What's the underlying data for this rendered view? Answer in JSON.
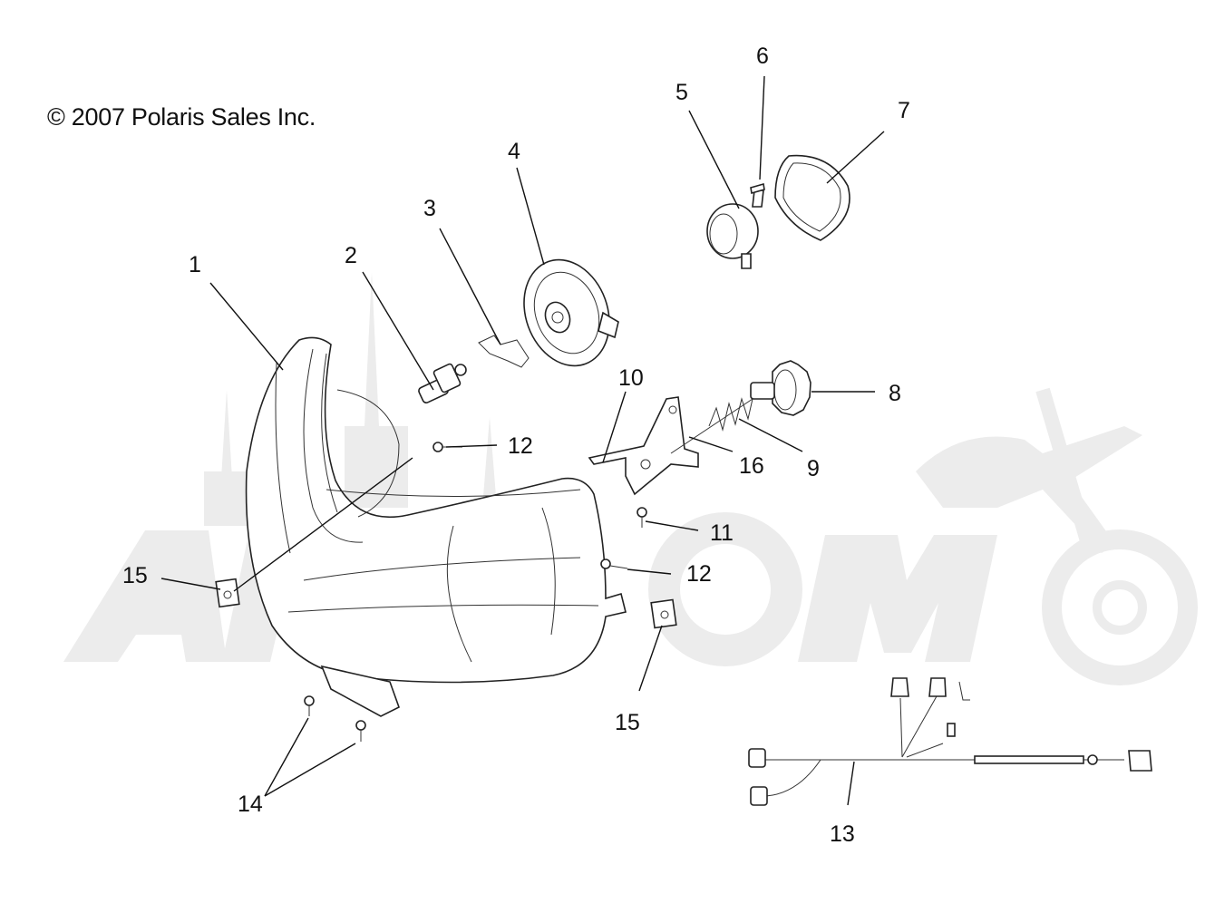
{
  "copyright": "© 2007 Polaris Sales Inc.",
  "callouts": [
    {
      "id": "1",
      "label": "1"
    },
    {
      "id": "2",
      "label": "2"
    },
    {
      "id": "3",
      "label": "3"
    },
    {
      "id": "4",
      "label": "4"
    },
    {
      "id": "5",
      "label": "5"
    },
    {
      "id": "6",
      "label": "6"
    },
    {
      "id": "7",
      "label": "7"
    },
    {
      "id": "8",
      "label": "8"
    },
    {
      "id": "9",
      "label": "9"
    },
    {
      "id": "10",
      "label": "10"
    },
    {
      "id": "11",
      "label": "11"
    },
    {
      "id": "12a",
      "label": "12"
    },
    {
      "id": "12b",
      "label": "12"
    },
    {
      "id": "13",
      "label": "13"
    },
    {
      "id": "14",
      "label": "14"
    },
    {
      "id": "15a",
      "label": "15"
    },
    {
      "id": "15b",
      "label": "15"
    },
    {
      "id": "16",
      "label": "16"
    }
  ]
}
